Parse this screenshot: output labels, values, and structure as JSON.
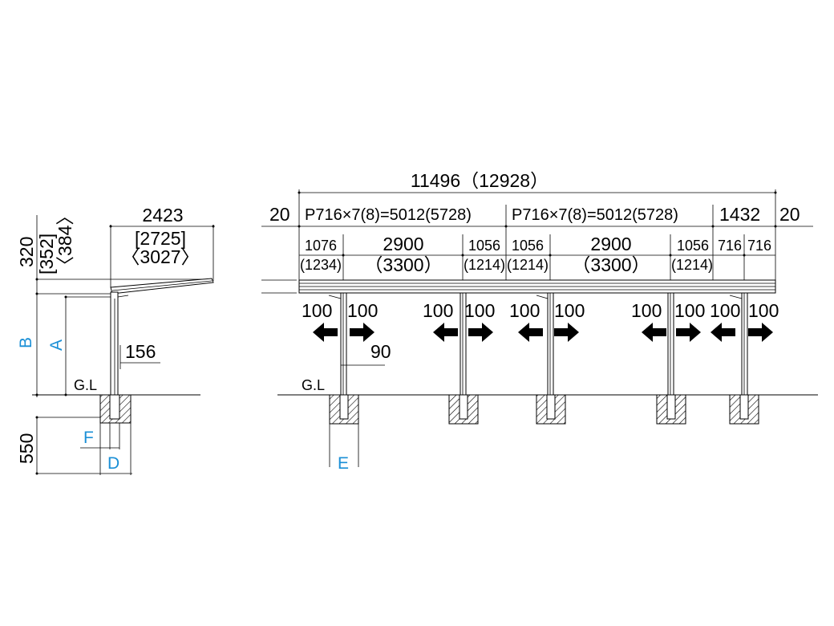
{
  "side_view": {
    "roof_width": "2423",
    "roof_width_alt1": "[2725]",
    "roof_width_alt2": "〈3027〉",
    "rise": "320",
    "rise_alt1": "[352]",
    "rise_alt2": "〈384〉",
    "post_offset": "156",
    "ground_label": "G.L",
    "footing_depth": "550",
    "label_A": "A",
    "label_B": "B",
    "label_D": "D",
    "label_F": "F"
  },
  "front_view": {
    "total_length": "11496（12928）",
    "end_gap_left": "20",
    "end_gap_right": "20",
    "pitch_left": "P716×7(8)=5012(5728)",
    "pitch_right": "P716×7(8)=5012(5728)",
    "last_span": "1432",
    "seg_1076": "1076",
    "seg_1076_alt": "(1234)",
    "span1": "2900",
    "span1_alt": "（3300）",
    "seg_1056a": "1056",
    "seg_1056a_alt": "(1214)",
    "seg_1056b": "1056",
    "seg_1056b_alt": "(1214)",
    "span2": "2900",
    "span2_alt": "（3300）",
    "seg_1056c": "1056",
    "seg_1056c_alt": "(1214)",
    "seg_716a": "716",
    "seg_716b": "716",
    "post_width": "90",
    "ground_label": "G.L",
    "label_E": "E",
    "adjust_labels": [
      "100",
      "100",
      "100",
      "100",
      "100",
      "100",
      "100",
      "100",
      "100",
      "100"
    ]
  }
}
